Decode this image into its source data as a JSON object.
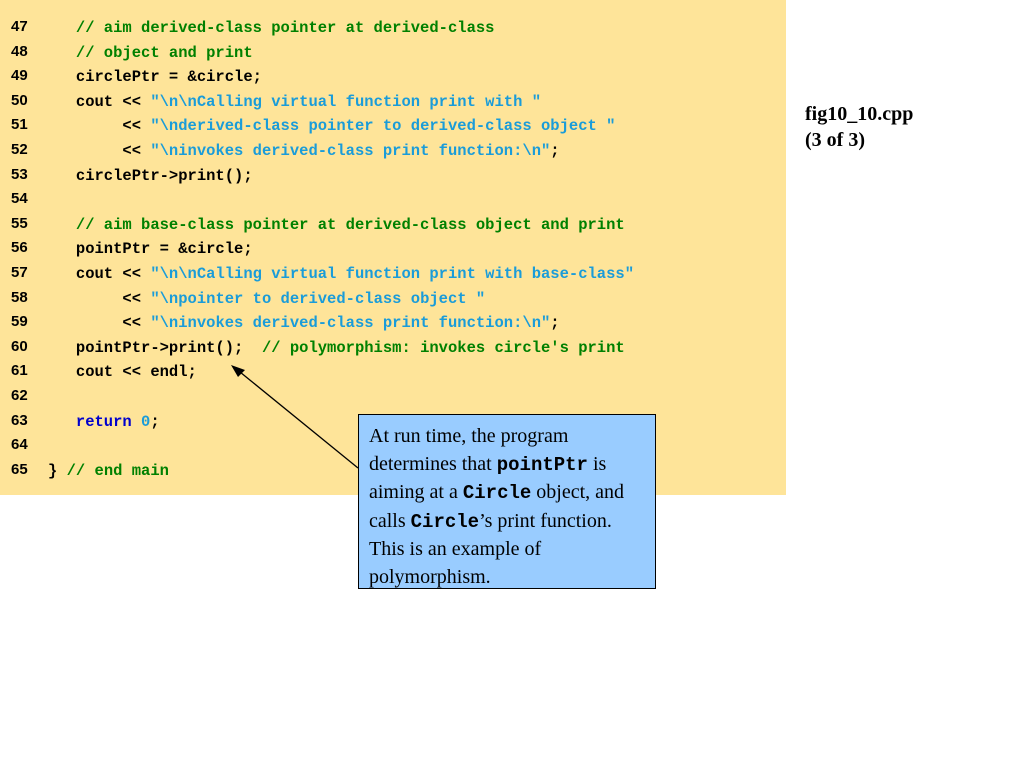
{
  "slide": {
    "title_line1": "fig10_10.cpp",
    "title_line2": "(3 of 3)"
  },
  "colors": {
    "code_background": "#fee499",
    "comment": "#008000",
    "string": "#1a9cd9",
    "keyword": "#0000cc",
    "callout_background": "#99ccff"
  },
  "code_lines": [
    {
      "num": "47",
      "tokens": [
        {
          "t": "   ",
          "k": "plain"
        },
        {
          "t": "// aim derived-class pointer at derived-class",
          "k": "comment"
        }
      ]
    },
    {
      "num": "48",
      "tokens": [
        {
          "t": "   ",
          "k": "plain"
        },
        {
          "t": "// object and print",
          "k": "comment"
        }
      ]
    },
    {
      "num": "49",
      "tokens": [
        {
          "t": "   circlePtr = &circle;",
          "k": "plain"
        }
      ]
    },
    {
      "num": "50",
      "tokens": [
        {
          "t": "   cout << ",
          "k": "plain"
        },
        {
          "t": "\"\\n\\nCalling virtual function print with \"",
          "k": "string"
        }
      ]
    },
    {
      "num": "51",
      "tokens": [
        {
          "t": "        << ",
          "k": "plain"
        },
        {
          "t": "\"\\nderived-class pointer to derived-class object \"",
          "k": "string"
        }
      ]
    },
    {
      "num": "52",
      "tokens": [
        {
          "t": "        << ",
          "k": "plain"
        },
        {
          "t": "\"\\ninvokes derived-class print function:\\n\"",
          "k": "string"
        },
        {
          "t": ";",
          "k": "plain"
        }
      ]
    },
    {
      "num": "53",
      "tokens": [
        {
          "t": "   circlePtr->print();",
          "k": "plain"
        }
      ]
    },
    {
      "num": "54",
      "tokens": []
    },
    {
      "num": "55",
      "tokens": [
        {
          "t": "   ",
          "k": "plain"
        },
        {
          "t": "// aim base-class pointer at derived-class object and print",
          "k": "comment"
        }
      ]
    },
    {
      "num": "56",
      "tokens": [
        {
          "t": "   pointPtr = &circle;",
          "k": "plain"
        }
      ]
    },
    {
      "num": "57",
      "tokens": [
        {
          "t": "   cout << ",
          "k": "plain"
        },
        {
          "t": "\"\\n\\nCalling virtual function print with base-class\"",
          "k": "string"
        }
      ]
    },
    {
      "num": "58",
      "tokens": [
        {
          "t": "        << ",
          "k": "plain"
        },
        {
          "t": "\"\\npointer to derived-class object \"",
          "k": "string"
        }
      ]
    },
    {
      "num": "59",
      "tokens": [
        {
          "t": "        << ",
          "k": "plain"
        },
        {
          "t": "\"\\ninvokes derived-class print function:\\n\"",
          "k": "string"
        },
        {
          "t": ";",
          "k": "plain"
        }
      ]
    },
    {
      "num": "60",
      "tokens": [
        {
          "t": "   pointPtr->print();  ",
          "k": "plain"
        },
        {
          "t": "// polymorphism: invokes circle's print",
          "k": "comment"
        }
      ]
    },
    {
      "num": "61",
      "tokens": [
        {
          "t": "   cout << endl;",
          "k": "plain"
        }
      ]
    },
    {
      "num": "62",
      "tokens": []
    },
    {
      "num": "63",
      "tokens": [
        {
          "t": "   ",
          "k": "plain"
        },
        {
          "t": "return",
          "k": "keyword"
        },
        {
          "t": " ",
          "k": "plain"
        },
        {
          "t": "0",
          "k": "number"
        },
        {
          "t": ";",
          "k": "plain"
        }
      ]
    },
    {
      "num": "64",
      "tokens": []
    },
    {
      "num": "65",
      "tokens": [
        {
          "t": "} ",
          "k": "plain"
        },
        {
          "t": "// end main",
          "k": "comment"
        }
      ]
    }
  ],
  "callout": {
    "segments": [
      {
        "t": "At run time, the program determines that ",
        "mono": false
      },
      {
        "t": "pointPtr",
        "mono": true
      },
      {
        "t": " is aiming at a ",
        "mono": false
      },
      {
        "t": "Circle",
        "mono": true
      },
      {
        "t": " object, and calls ",
        "mono": false
      },
      {
        "t": "Circle",
        "mono": true
      },
      {
        "t": "’s print function. This is an example of polymorphism.",
        "mono": false
      }
    ]
  }
}
